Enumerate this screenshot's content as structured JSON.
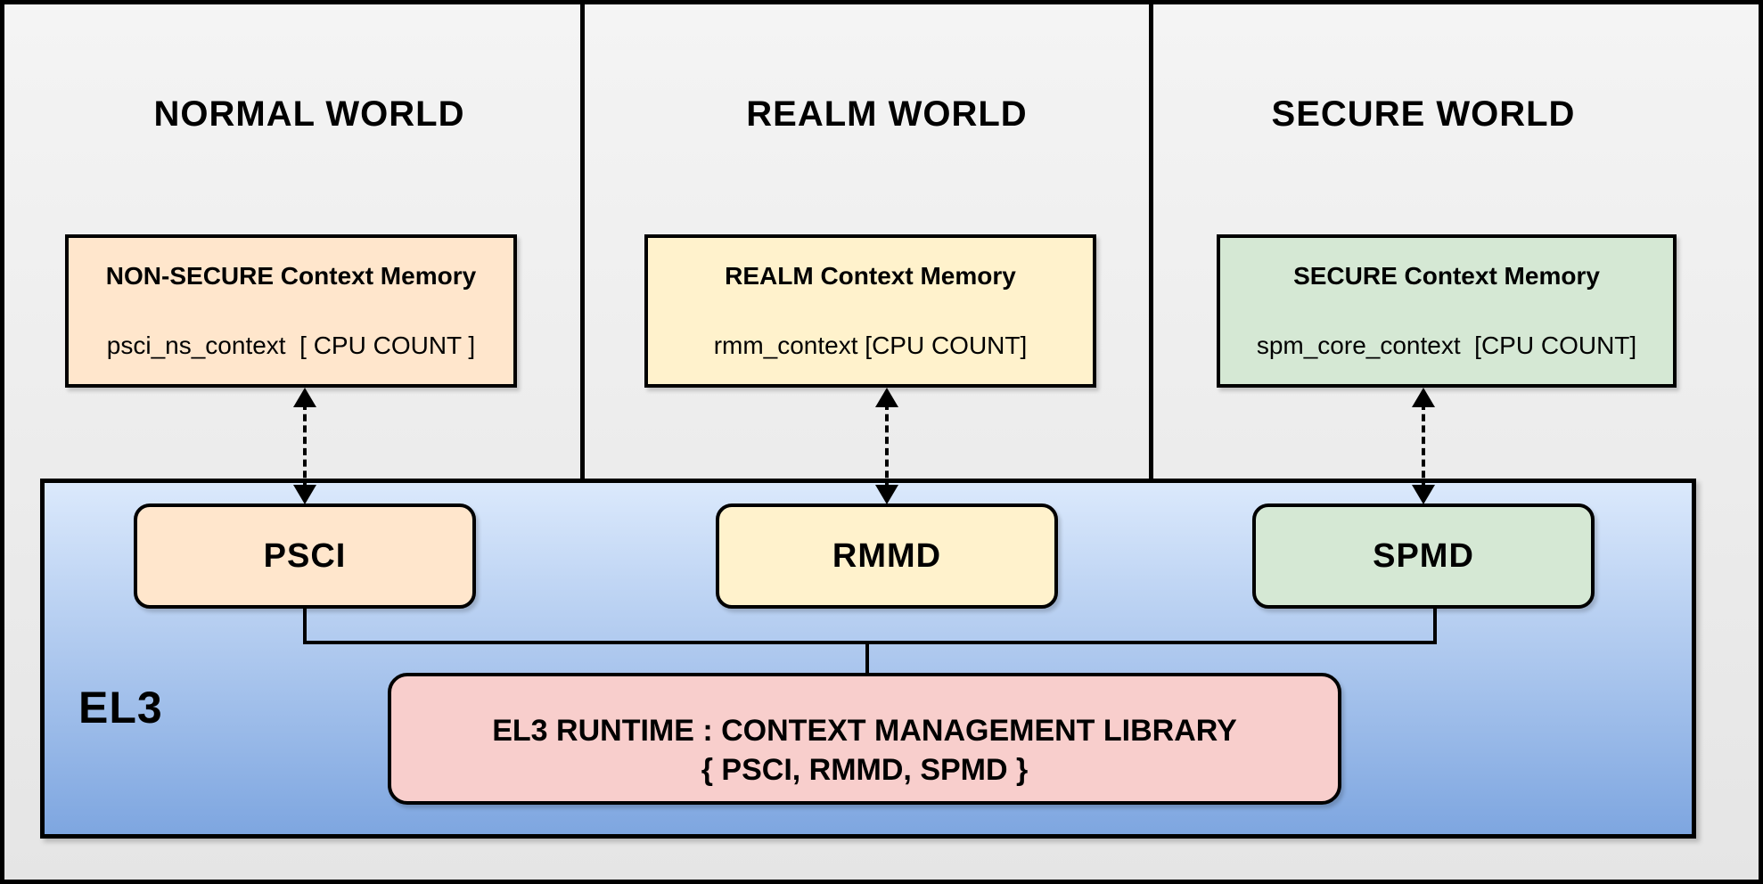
{
  "colors": {
    "line": "#000000",
    "bgtop": "#F4F4F4",
    "bgbottom": "#E5E5E5",
    "peach": "#FFE6CC",
    "yellow": "#FFF2CC",
    "green": "#D5E8D4",
    "pink": "#F8CECC",
    "el3top": "#DBE9FC",
    "el3bottom": "#7EA6E0"
  },
  "worlds": [
    {
      "title": "NORMAL WORLD",
      "memory_title": "NON-SECURE Context Memory",
      "memory_var": "psci_ns_context  [ CPU COUNT ]"
    },
    {
      "title": "REALM WORLD",
      "memory_title": "REALM Context Memory",
      "memory_var": "rmm_context [CPU COUNT]"
    },
    {
      "title": "SECURE WORLD",
      "memory_title": "SECURE Context Memory",
      "memory_var": "spm_core_context  [CPU COUNT]"
    }
  ],
  "el3": {
    "label": "EL3",
    "modules": [
      {
        "label": "PSCI"
      },
      {
        "label": "RMMD"
      },
      {
        "label": "SPMD"
      }
    ],
    "runtime_line1": "EL3 RUNTIME : CONTEXT MANAGEMENT LIBRARY",
    "runtime_line2": "{ PSCI, RMMD, SPMD }"
  }
}
